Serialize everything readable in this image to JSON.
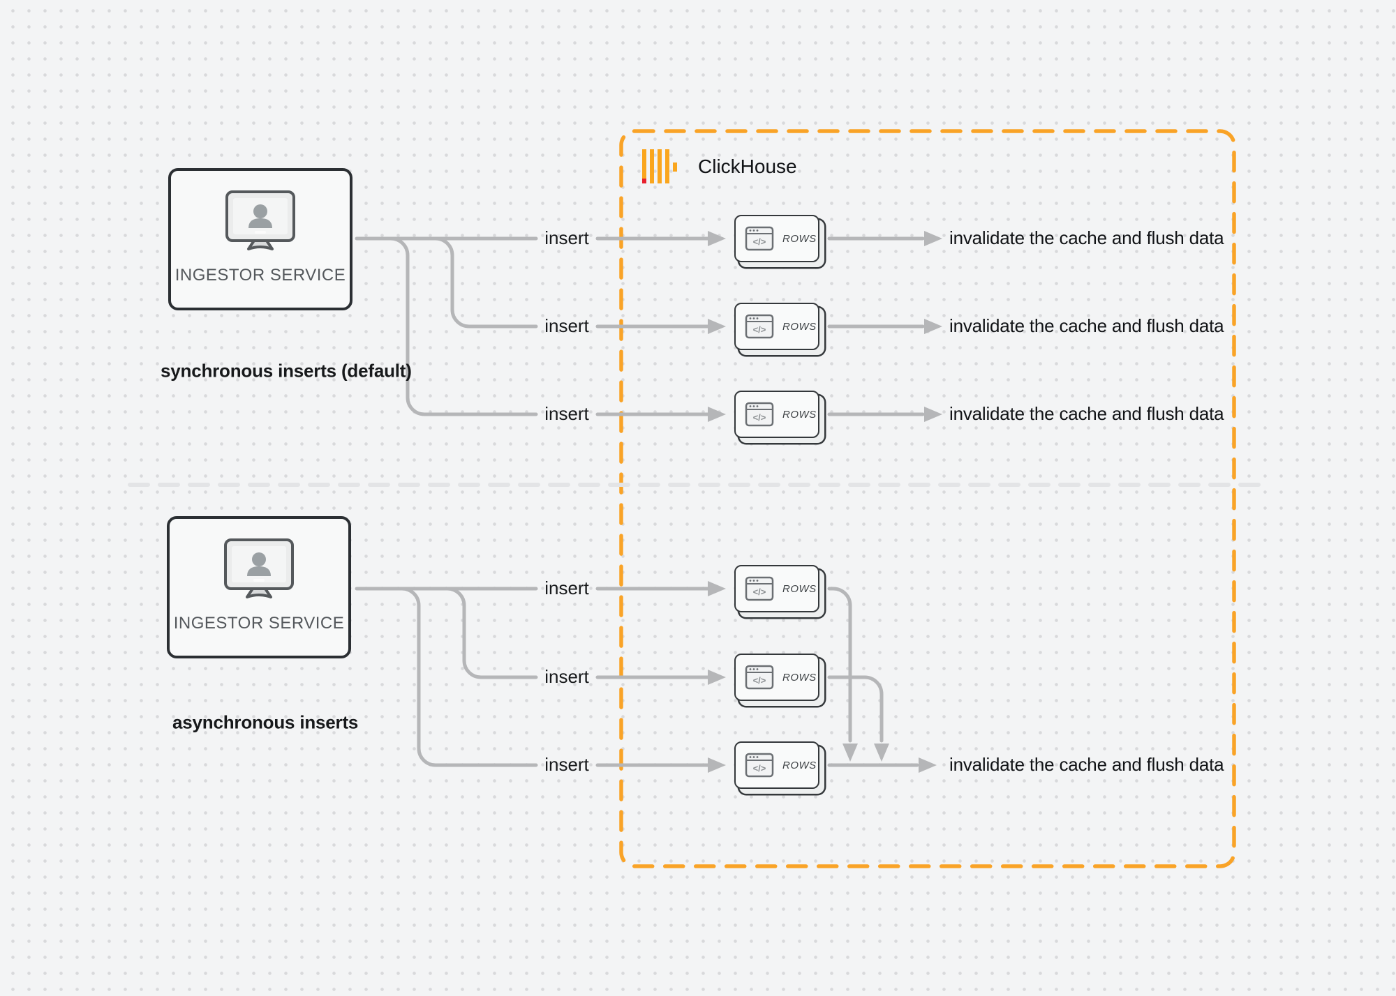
{
  "clickhouse": {
    "name": "ClickHouse",
    "border_color": "#F9A327",
    "logo_bar_color": "#FAA61E",
    "logo_accent_color": "#E8212E"
  },
  "icons": {
    "code_glyph": "</>"
  },
  "sync_section": {
    "service": {
      "label": "INGESTOR SERVICE",
      "icon": "monitor-user-icon"
    },
    "caption": "synchronous inserts (default)",
    "rows": [
      {
        "insert_label": "insert",
        "node": {
          "label": "ROWS",
          "icon": "code-window-icon"
        },
        "result_label": "invalidate the cache and flush data"
      },
      {
        "insert_label": "insert",
        "node": {
          "label": "ROWS",
          "icon": "code-window-icon"
        },
        "result_label": "invalidate the cache and flush data"
      },
      {
        "insert_label": "insert",
        "node": {
          "label": "ROWS",
          "icon": "code-window-icon"
        },
        "result_label": "invalidate the cache and flush data"
      }
    ]
  },
  "async_section": {
    "service": {
      "label": "INGESTOR SERVICE",
      "icon": "monitor-user-icon"
    },
    "caption": "asynchronous inserts",
    "rows": [
      {
        "insert_label": "insert",
        "node": {
          "label": "ROWS",
          "icon": "code-window-icon"
        }
      },
      {
        "insert_label": "insert",
        "node": {
          "label": "ROWS",
          "icon": "code-window-icon"
        }
      },
      {
        "insert_label": "insert",
        "node": {
          "label": "ROWS",
          "icon": "code-window-icon"
        }
      }
    ],
    "result_label": "invalidate the cache and flush data"
  },
  "colors": {
    "background": "#f3f4f5",
    "dot_grid": "#d8d9db",
    "connector": "#b5b6b8",
    "node_border": "#34383b",
    "divider": "#e3e4e6"
  }
}
